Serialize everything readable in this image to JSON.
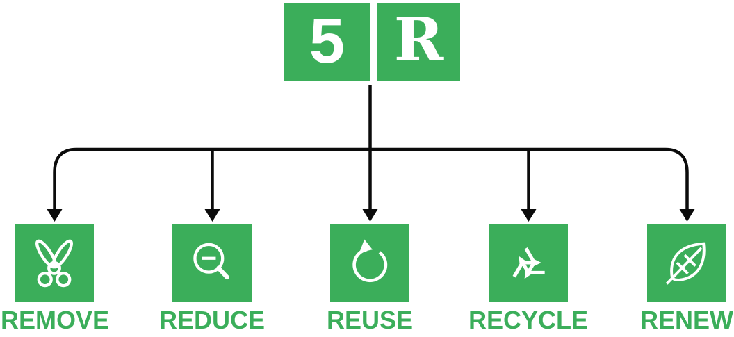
{
  "title": {
    "number": "5",
    "letter": "R",
    "meaning": "5R flowchart"
  },
  "colors": {
    "green": "#3bae5a",
    "line_black": "#0b0b0b",
    "icon_white": "#ffffff",
    "background": "#ffffff"
  },
  "items": [
    {
      "label": "REMOVE",
      "icon": "scissors-icon"
    },
    {
      "label": "REDUCE",
      "icon": "magnifier-minus-icon"
    },
    {
      "label": "REUSE",
      "icon": "circular-arrow-icon"
    },
    {
      "label": "RECYCLE",
      "icon": "recycle-arrows-icon"
    },
    {
      "label": "RENEW",
      "icon": "leaf-icon"
    }
  ]
}
